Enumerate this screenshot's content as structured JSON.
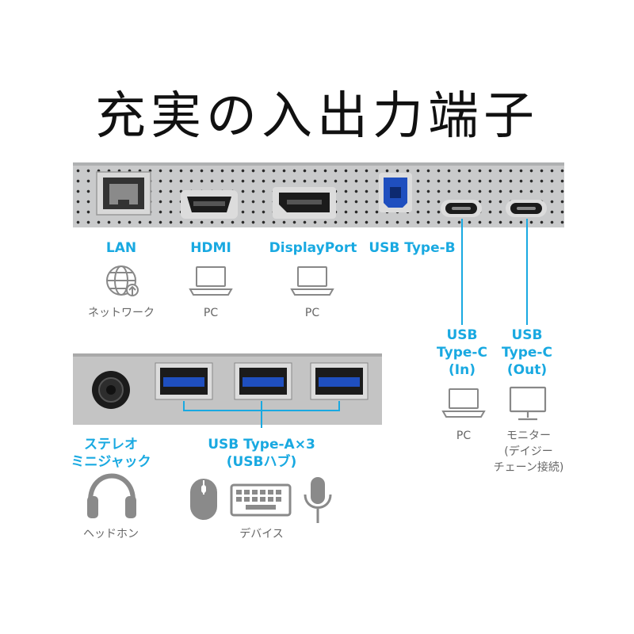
{
  "title": "充実の入出力端子",
  "ports_top": [
    {
      "label": "LAN",
      "sub": "ネットワーク",
      "icon": "globe-icon"
    },
    {
      "label": "HDMI",
      "sub": "PC",
      "icon": "laptop-icon"
    },
    {
      "label": "DisplayPort",
      "sub": "PC",
      "icon": "laptop-icon"
    },
    {
      "label": "USB Type-B",
      "sub": "",
      "icon": ""
    }
  ],
  "usbc_in": {
    "line1": "USB",
    "line2": "Type-C",
    "line3": "(In)",
    "sub": "PC",
    "icon": "laptop-icon"
  },
  "usbc_out": {
    "line1": "USB",
    "line2": "Type-C",
    "line3": "(Out)",
    "sub1": "モニター",
    "sub2": "(デイジー",
    "sub3": "チェーン接続)",
    "icon": "monitor-icon"
  },
  "audio": {
    "line1": "ステレオ",
    "line2": "ミニジャック",
    "sub": "ヘッドホン",
    "icon": "headphones-icon"
  },
  "usb_a": {
    "line1": "USB Type-A×3",
    "line2": "(USBハブ)",
    "sub": "デバイス",
    "icons": [
      "mouse-icon",
      "keyboard-icon",
      "microphone-icon"
    ]
  },
  "colors": {
    "accent": "#19a9e1",
    "usb3_blue": "#1f4fbf",
    "panel": "#c9cacb",
    "text_gray": "#666666"
  }
}
